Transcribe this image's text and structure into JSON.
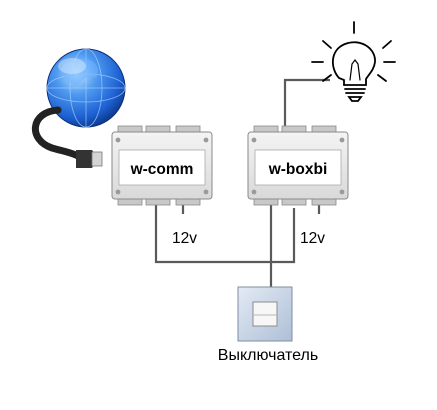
{
  "diagram": {
    "modules": [
      {
        "id": "w-comm",
        "label": "w-comm",
        "power_label": "12v"
      },
      {
        "id": "w-boxbi",
        "label": "w-boxbi",
        "power_label": "12v"
      }
    ],
    "switch": {
      "label": "Выключатель"
    },
    "icons": {
      "globe": "globe-icon",
      "network_cable": "ethernet-cable-icon",
      "light_bulb": "light-bulb-icon",
      "wall_switch": "wall-switch-icon"
    },
    "colors": {
      "wire": "#5a5a5a",
      "module_body": "#eeeeee",
      "module_border": "#8a8a8a",
      "globe_blue": "#1c5fd1",
      "switch_plate": "#c9d6e6"
    }
  }
}
